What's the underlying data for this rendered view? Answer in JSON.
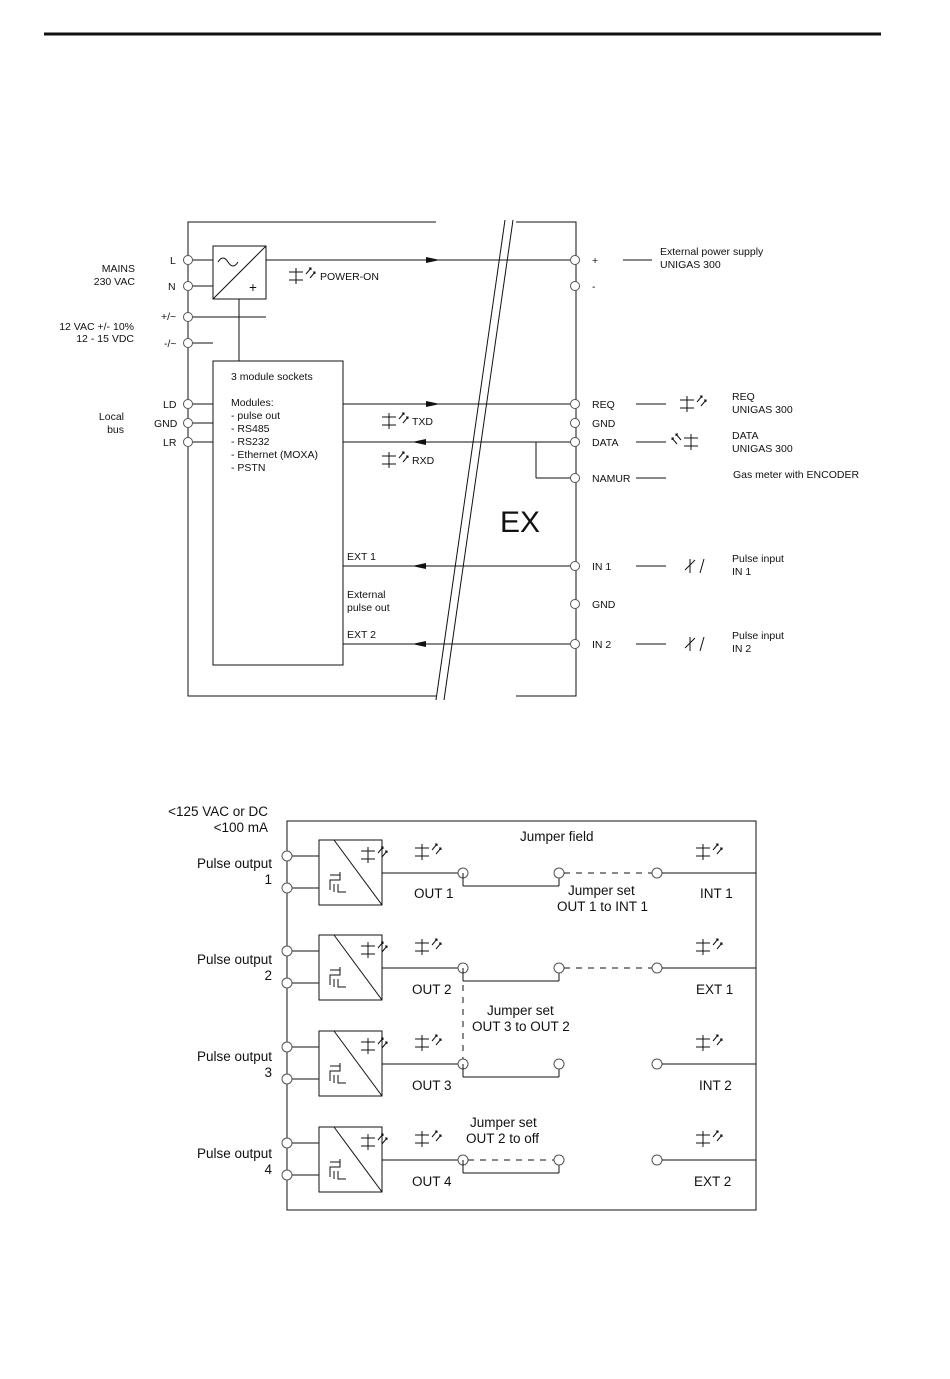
{
  "diagram1": {
    "left_labels": {
      "mains_line1": "MAINS",
      "mains_line2": "230 VAC",
      "supply_line1": "12 VAC +/- 10%",
      "supply_line2": "12 - 15 VDC",
      "local_bus_line1": "Local",
      "local_bus_line2": "bus"
    },
    "left_terminals": [
      "L",
      "N",
      "+/~",
      "-/~",
      "LD",
      "GND",
      "LR"
    ],
    "power_supply_plus": "+",
    "power_on": "POWER-ON",
    "module": {
      "title": "3 module sockets",
      "modules_label": "Modules:",
      "items": [
        "- pulse out",
        "- RS485",
        "- RS232",
        "- Ethernet (MOXA)",
        "- PSTN"
      ],
      "ext1": "EXT 1",
      "external_pulse_line1": "External",
      "external_pulse_line2": "pulse out",
      "ext2": "EXT 2"
    },
    "txd": "TXD",
    "rxd": "RXD",
    "ex_label": "EX",
    "right_terminals": [
      "+",
      "-",
      "REQ",
      "GND",
      "DATA",
      "NAMUR",
      "IN 1",
      "GND",
      "IN 2"
    ],
    "right_descriptions": {
      "ext_supply_line1": "External power supply",
      "ext_supply_line2": "UNIGAS 300",
      "req_line1": "REQ",
      "req_line2": "UNIGAS 300",
      "data_line1": "DATA",
      "data_line2": "UNIGAS 300",
      "namur": "Gas meter with ENCODER",
      "in1_line1": "Pulse input",
      "in1_line2": "IN 1",
      "in2_line1": "Pulse input",
      "in2_line2": "IN 2"
    }
  },
  "diagram2": {
    "rating_line1": "<125 VAC or DC",
    "rating_line2": "<100 mA",
    "jumper_field": "Jumper field",
    "pulse_outputs": [
      {
        "label": "Pulse output",
        "num": "1"
      },
      {
        "label": "Pulse output",
        "num": "2"
      },
      {
        "label": "Pulse output",
        "num": "3"
      },
      {
        "label": "Pulse output",
        "num": "4"
      }
    ],
    "outs": [
      "OUT 1",
      "OUT 2",
      "OUT 3",
      "OUT 4"
    ],
    "rights": [
      "INT 1",
      "EXT 1",
      "INT 2",
      "EXT 2"
    ],
    "jumper1_line1": "Jumper set",
    "jumper1_line2": "OUT 1 to INT 1",
    "jumper2_line1": "Jumper set",
    "jumper2_line2": "OUT 3 to OUT 2",
    "jumper3_line1": "Jumper set",
    "jumper3_line2": "OUT 2 to off"
  }
}
